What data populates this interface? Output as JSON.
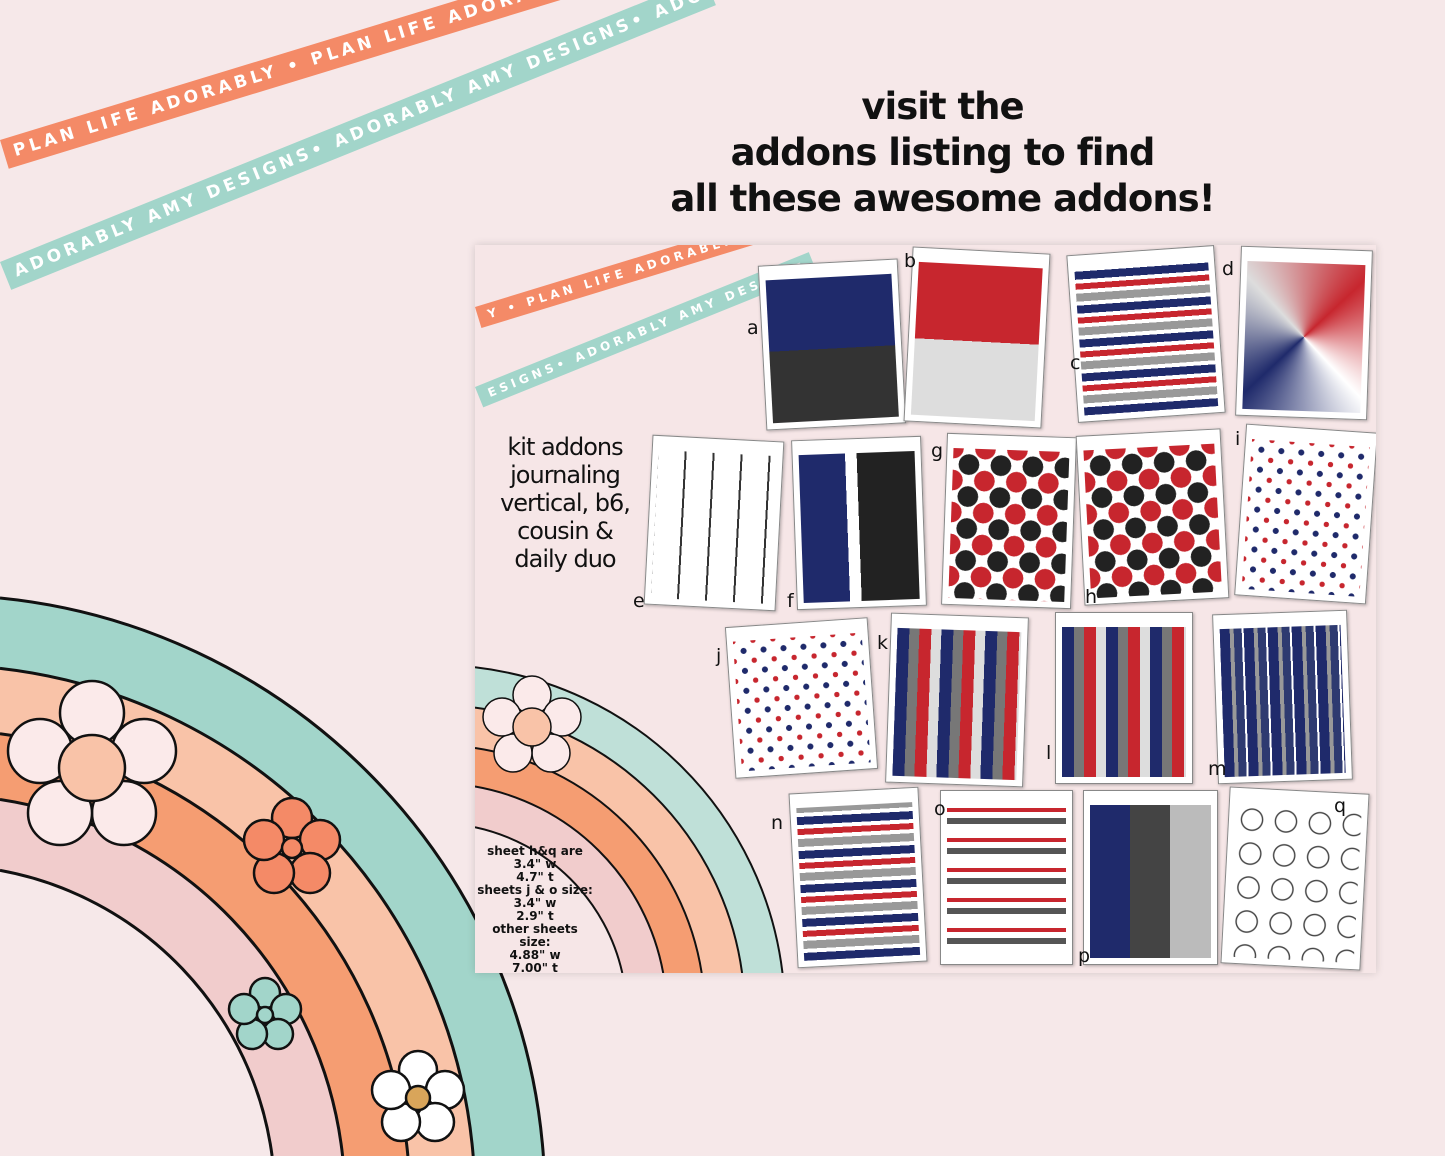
{
  "ribbons": {
    "orange": "PLAN LIFE ADORABLY • PLAN LIFE ADORABLY • PLAN LIFE ADORABLY •",
    "teal": "ADORABLY AMY DESIGNS• ADORABLY AMY DESIGNS• ADORABLY AMY DESIGNS•"
  },
  "headline": [
    "visit the",
    "addons listing to find",
    "all these awesome addons!"
  ],
  "card": {
    "ribbons": {
      "orange": "Y • PLAN LIFE ADORABLY • PLAN LIFE",
      "teal": "ESIGNS• ADORABLY AMY DESIGNS •ADORA"
    },
    "kit_title": [
      "kit addons",
      "journaling",
      "vertical, b6,",
      "cousin &",
      "daily duo"
    ],
    "specs": [
      "sheet h&q are",
      "3.4\" w",
      "4.7\" t",
      "sheets j & o size:",
      "3.4\" w",
      "2.9\" t",
      "other sheets size:",
      "4.88\" w",
      "7.00\" t"
    ],
    "sheets": [
      {
        "letter": "a",
        "pattern": "grid-boxes"
      },
      {
        "letter": "b",
        "pattern": "red-circles"
      },
      {
        "letter": "c",
        "pattern": "brush-strokes"
      },
      {
        "letter": "d",
        "pattern": "diamond"
      },
      {
        "letter": "e",
        "pattern": "frames"
      },
      {
        "letter": "f",
        "pattern": "squares-circles"
      },
      {
        "letter": "g",
        "pattern": "day-circles"
      },
      {
        "letter": "h",
        "pattern": "day-circles"
      },
      {
        "letter": "i",
        "pattern": "numbers"
      },
      {
        "letter": "j",
        "pattern": "numbers"
      },
      {
        "letter": "k",
        "pattern": "stripes"
      },
      {
        "letter": "l",
        "pattern": "stripes"
      },
      {
        "letter": "m",
        "pattern": "washi"
      },
      {
        "letter": "n",
        "pattern": "brush-strokes"
      },
      {
        "letter": "o",
        "pattern": "label-strokes"
      },
      {
        "letter": "p",
        "pattern": "full-boxes"
      },
      {
        "letter": "q",
        "pattern": "weather-circles"
      }
    ]
  },
  "colors": {
    "background": "#f6e8e9",
    "orange": "#f48a67",
    "teal": "#a2d5ca",
    "navy": "#1f2a6b",
    "red": "#c7262e",
    "grey": "#555555",
    "peach": "#f9b596",
    "pink": "#f1cccc"
  }
}
